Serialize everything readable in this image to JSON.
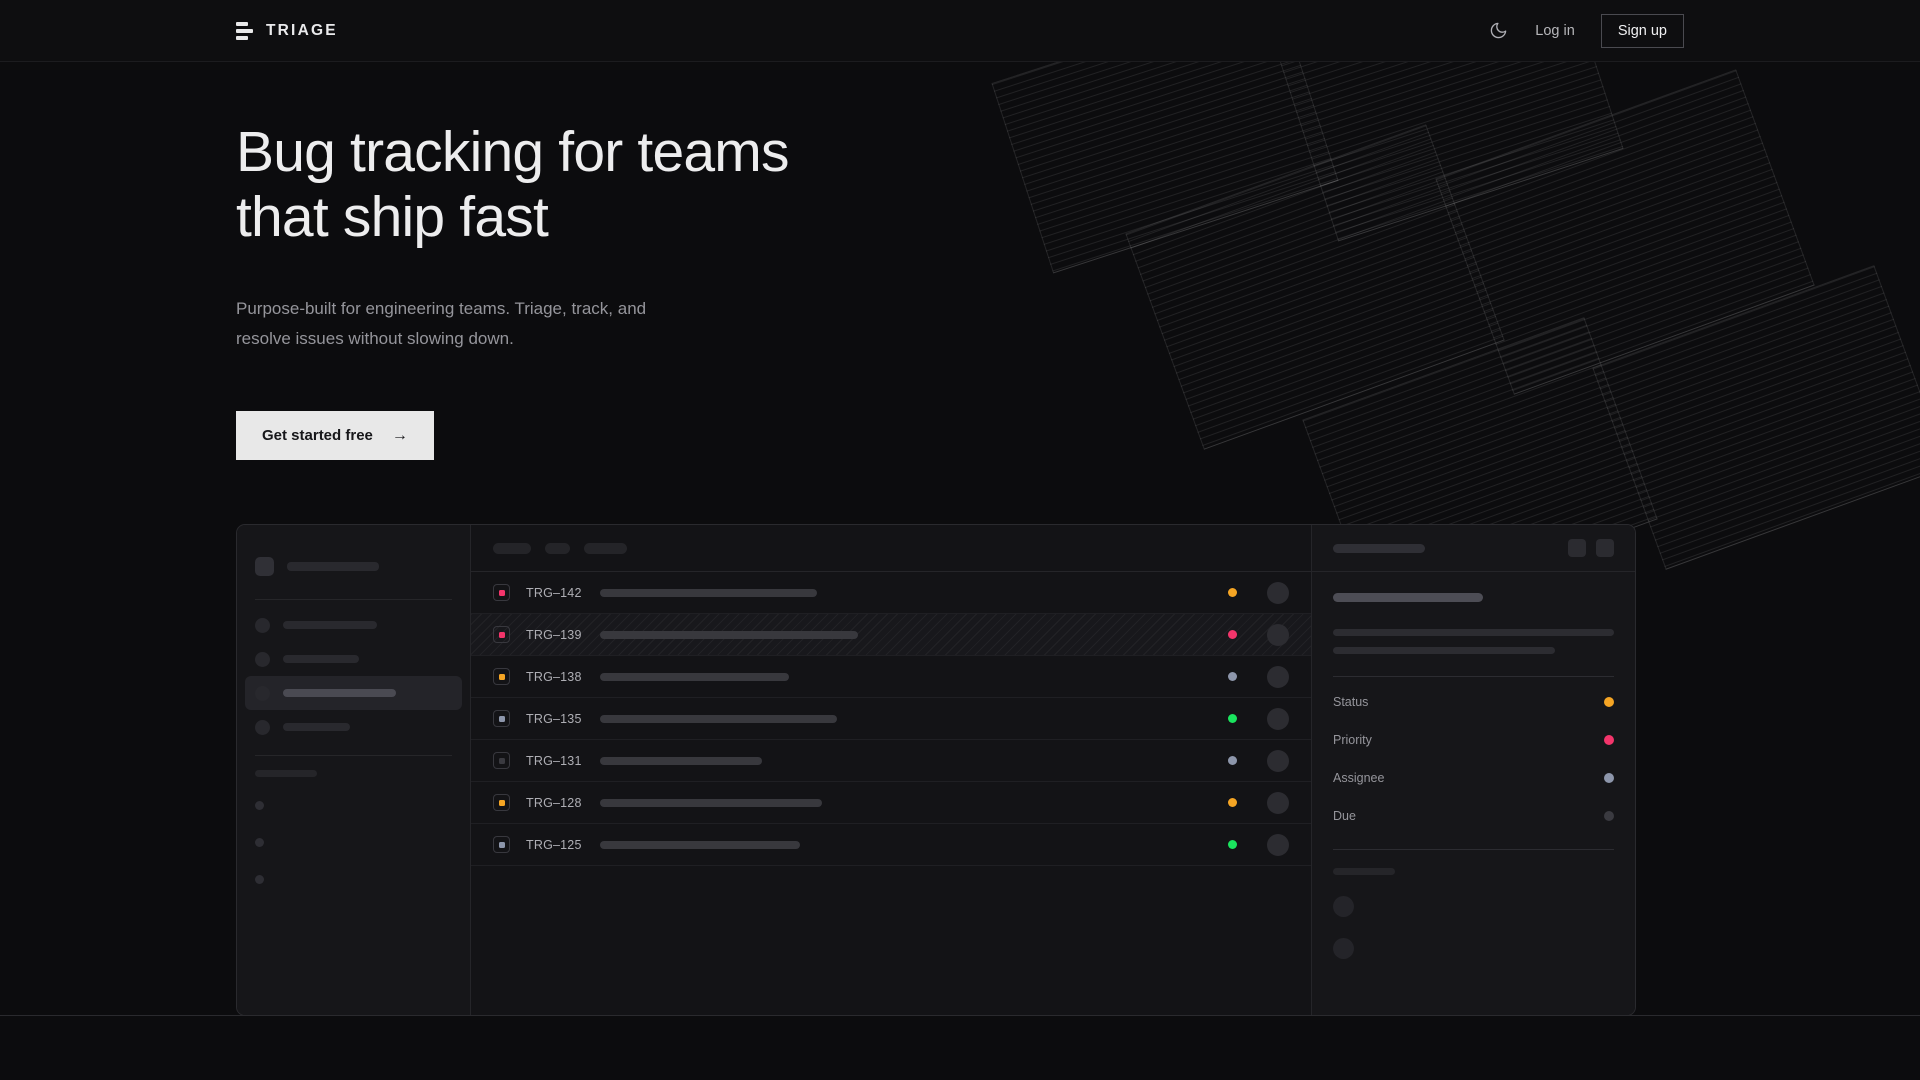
{
  "nav": {
    "brand_name": "TRIAGE",
    "logo_icon": "three-bars-icon",
    "theme_icon": "moon-icon",
    "login_label": "Log in",
    "signup_label": "Sign up"
  },
  "hero": {
    "title": "Bug tracking for teams\nthat ship fast",
    "subtitle": "Purpose-built for engineering teams. Triage, track, and\nresolve issues without slowing down.",
    "cta_label": "Get started free",
    "cta_arrow": "→"
  },
  "colors": {
    "page_bg": "#0c0c0e",
    "panel_bg": "#151518",
    "border": "#2a2a2e",
    "accent_button": "#e8e8e8",
    "status_orange": "#f5a524",
    "status_pink": "#f3356b",
    "status_blue_gray": "#8d96ab",
    "status_green": "#1ae45e",
    "status_muted": "#3a3a40"
  },
  "app": {
    "sidebar": {
      "workspace": {
        "icon": "workspace-square-icon",
        "skeleton_width": 92
      },
      "nav_items": [
        {
          "icon": "nav-dot-icon",
          "skeleton_width": 94,
          "active": false
        },
        {
          "icon": "nav-dot-icon",
          "skeleton_width": 76,
          "active": false
        },
        {
          "icon": "nav-dot-icon",
          "skeleton_width": 113,
          "active": true
        },
        {
          "icon": "nav-dot-icon",
          "skeleton_width": 67,
          "active": false
        }
      ],
      "group_label_skeleton_width": 62,
      "mini_items": [
        {
          "icon": "mini-dot-icon"
        },
        {
          "icon": "mini-dot-icon"
        },
        {
          "icon": "mini-dot-icon"
        }
      ]
    },
    "list": {
      "toolbar_pills": [
        38,
        25,
        43
      ],
      "rows": [
        {
          "id": "TRG–142",
          "type_color": "#f3356b",
          "title_width": 217,
          "status_color": "#f5a524",
          "selected": false
        },
        {
          "id": "TRG–139",
          "type_color": "#f3356b",
          "title_width": 258,
          "status_color": "#f3356b",
          "selected": true
        },
        {
          "id": "TRG–138",
          "type_color": "#f5a524",
          "title_width": 189,
          "status_color": "#8d96ab",
          "selected": false
        },
        {
          "id": "TRG–135",
          "type_color": "#8d96ab",
          "title_width": 237,
          "status_color": "#1ae45e",
          "selected": false
        },
        {
          "id": "TRG–131",
          "type_color": "#3a3a40",
          "title_width": 162,
          "status_color": "#8d96ab",
          "selected": false
        },
        {
          "id": "TRG–128",
          "type_color": "#f5a524",
          "title_width": 222,
          "status_color": "#f5a524",
          "selected": false
        },
        {
          "id": "TRG–125",
          "type_color": "#8d96ab",
          "title_width": 200,
          "status_color": "#1ae45e",
          "selected": false
        }
      ]
    },
    "detail": {
      "title_skeleton_width": 92,
      "actions": [
        {
          "icon": "detail-action-icon"
        },
        {
          "icon": "detail-action-icon"
        }
      ],
      "heading_skeleton_width": 150,
      "meta": [
        {
          "label": "Status",
          "dot_color": "#f5a524"
        },
        {
          "label": "Priority",
          "dot_color": "#f3356b"
        },
        {
          "label": "Assignee",
          "dot_color": "#8d96ab"
        },
        {
          "label": "Due",
          "dot_color": "#3a3a40"
        }
      ],
      "activity_label_skeleton_width": 62,
      "activity_avatars": 2
    }
  }
}
